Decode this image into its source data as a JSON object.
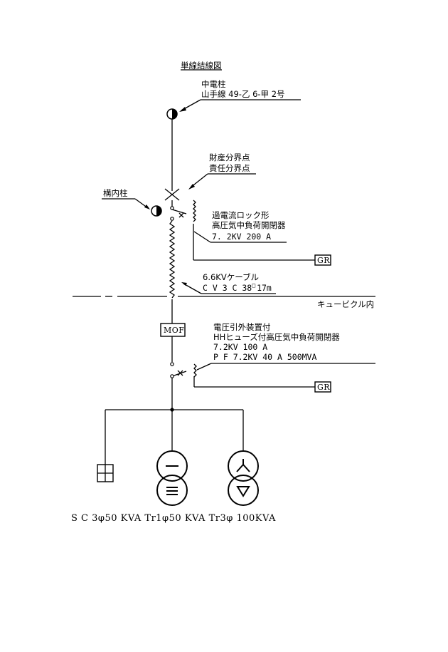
{
  "title": "単線結線図",
  "pole": {
    "name": "中電柱",
    "id": "山手線 49-乙 6-甲 2号"
  },
  "boundary": {
    "line1": "財産分界点",
    "line2": "責任分界点"
  },
  "premises_pole": "構内柱",
  "las": {
    "line1": "過電流ロック形",
    "line2": "高圧気中負荷開閉器",
    "line3": "7. 2KV 200 A"
  },
  "gr_label": "GR",
  "cable": {
    "line1": "6.6KVケーブル",
    "line2": "C V 3 C 38",
    "sup": "□",
    "line2b": "17m"
  },
  "cubicle": "キュービクル内",
  "mof": "MOF",
  "switch2": {
    "line1": "電圧引外装置付",
    "line2": "HHヒューズ付高圧気中負荷開閉器",
    "line3": "7.2KV 100 A",
    "line4": "P F 7.2KV 40 A 500MVA"
  },
  "transformer_single": {
    "top": "一",
    "bottom": "≡"
  },
  "transformer_three": {
    "top": "人",
    "bottom": "▽"
  },
  "bottom_caption": "S C 3φ50 KVA  Tr1φ50 KVA  Tr3φ 100KVA"
}
